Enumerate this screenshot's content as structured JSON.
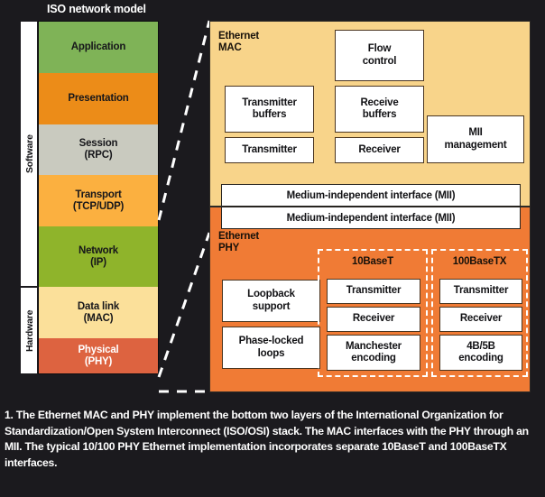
{
  "figure": {
    "iso_title": "ISO network model",
    "caption": "1. The Ethernet MAC and PHY implement the bottom two layers of the International Organization for Standardization/Open System Interconnect (ISO/OSI) stack. The MAC interfaces with the PHY through an MII. The typical 10/100 PHY Ethernet implementation incorporates separate 10BaseT and 100BaseTX interfaces."
  },
  "colors": {
    "background": "#1b1a1e",
    "mac_panel": "#f8d48a",
    "phy_panel": "#f07b35",
    "application": "#7fb357",
    "presentation": "#ec8c18",
    "session": "#c9cabf",
    "transport": "#fbb040",
    "network": "#8fb42b",
    "datalink": "#fbe09a",
    "physical": "#dd6340",
    "box_fill": "#ffffff",
    "box_border": "#4a3520",
    "dashed": "#ffffff"
  },
  "iso_stack": {
    "side_labels": [
      {
        "text": "Software"
      },
      {
        "text": "Hardware"
      }
    ],
    "layers": [
      {
        "name": "Application",
        "line1": "Application",
        "line2": "",
        "color": "#7fb357",
        "text_color": "#16161a"
      },
      {
        "name": "Presentation",
        "line1": "Presentation",
        "line2": "",
        "color": "#ec8c18",
        "text_color": "#16161a"
      },
      {
        "name": "Session",
        "line1": "Session",
        "line2": "(RPC)",
        "color": "#c9cabf",
        "text_color": "#16161a"
      },
      {
        "name": "Transport",
        "line1": "Transport",
        "line2": "(TCP/UDP)",
        "color": "#fbb040",
        "text_color": "#16161a"
      },
      {
        "name": "Network",
        "line1": "Network",
        "line2": "(IP)",
        "color": "#8fb42b",
        "text_color": "#16161a"
      },
      {
        "name": "Data link",
        "line1": "Data link",
        "line2": "(MAC)",
        "color": "#fbe09a",
        "text_color": "#16161a"
      },
      {
        "name": "Physical",
        "line1": "Physical",
        "line2": "(PHY)",
        "color": "#dd6340",
        "text_color": "#ffffff"
      }
    ]
  },
  "mac": {
    "label_line1": "Ethernet",
    "label_line2": "MAC",
    "blocks": [
      {
        "line1": "Flow",
        "line2": "control"
      },
      {
        "line1": "Transmitter",
        "line2": "buffers"
      },
      {
        "line1": "Receive",
        "line2": "buffers"
      },
      {
        "line1": "MII",
        "line2": "management"
      },
      {
        "line1": "Transmitter",
        "line2": ""
      },
      {
        "line1": "Receiver",
        "line2": ""
      }
    ]
  },
  "mii": {
    "bars": [
      {
        "text": "Medium-independent interface (MII)"
      },
      {
        "text": "Medium-independent interface (MII)"
      }
    ]
  },
  "phy": {
    "label_line1": "Ethernet",
    "label_line2": "PHY",
    "common_blocks": [
      {
        "line1": "Loopback",
        "line2": "support"
      },
      {
        "line1": "Phase-locked",
        "line2": "loops"
      }
    ],
    "groups": [
      {
        "title": "10BaseT",
        "blocks": [
          {
            "line1": "Transmitter",
            "line2": ""
          },
          {
            "line1": "Receiver",
            "line2": ""
          },
          {
            "line1": "Manchester",
            "line2": "encoding"
          }
        ]
      },
      {
        "title": "100BaseTX",
        "blocks": [
          {
            "line1": "Transmitter",
            "line2": ""
          },
          {
            "line1": "Receiver",
            "line2": ""
          },
          {
            "line1": "4B/5B",
            "line2": "encoding"
          }
        ]
      }
    ]
  }
}
